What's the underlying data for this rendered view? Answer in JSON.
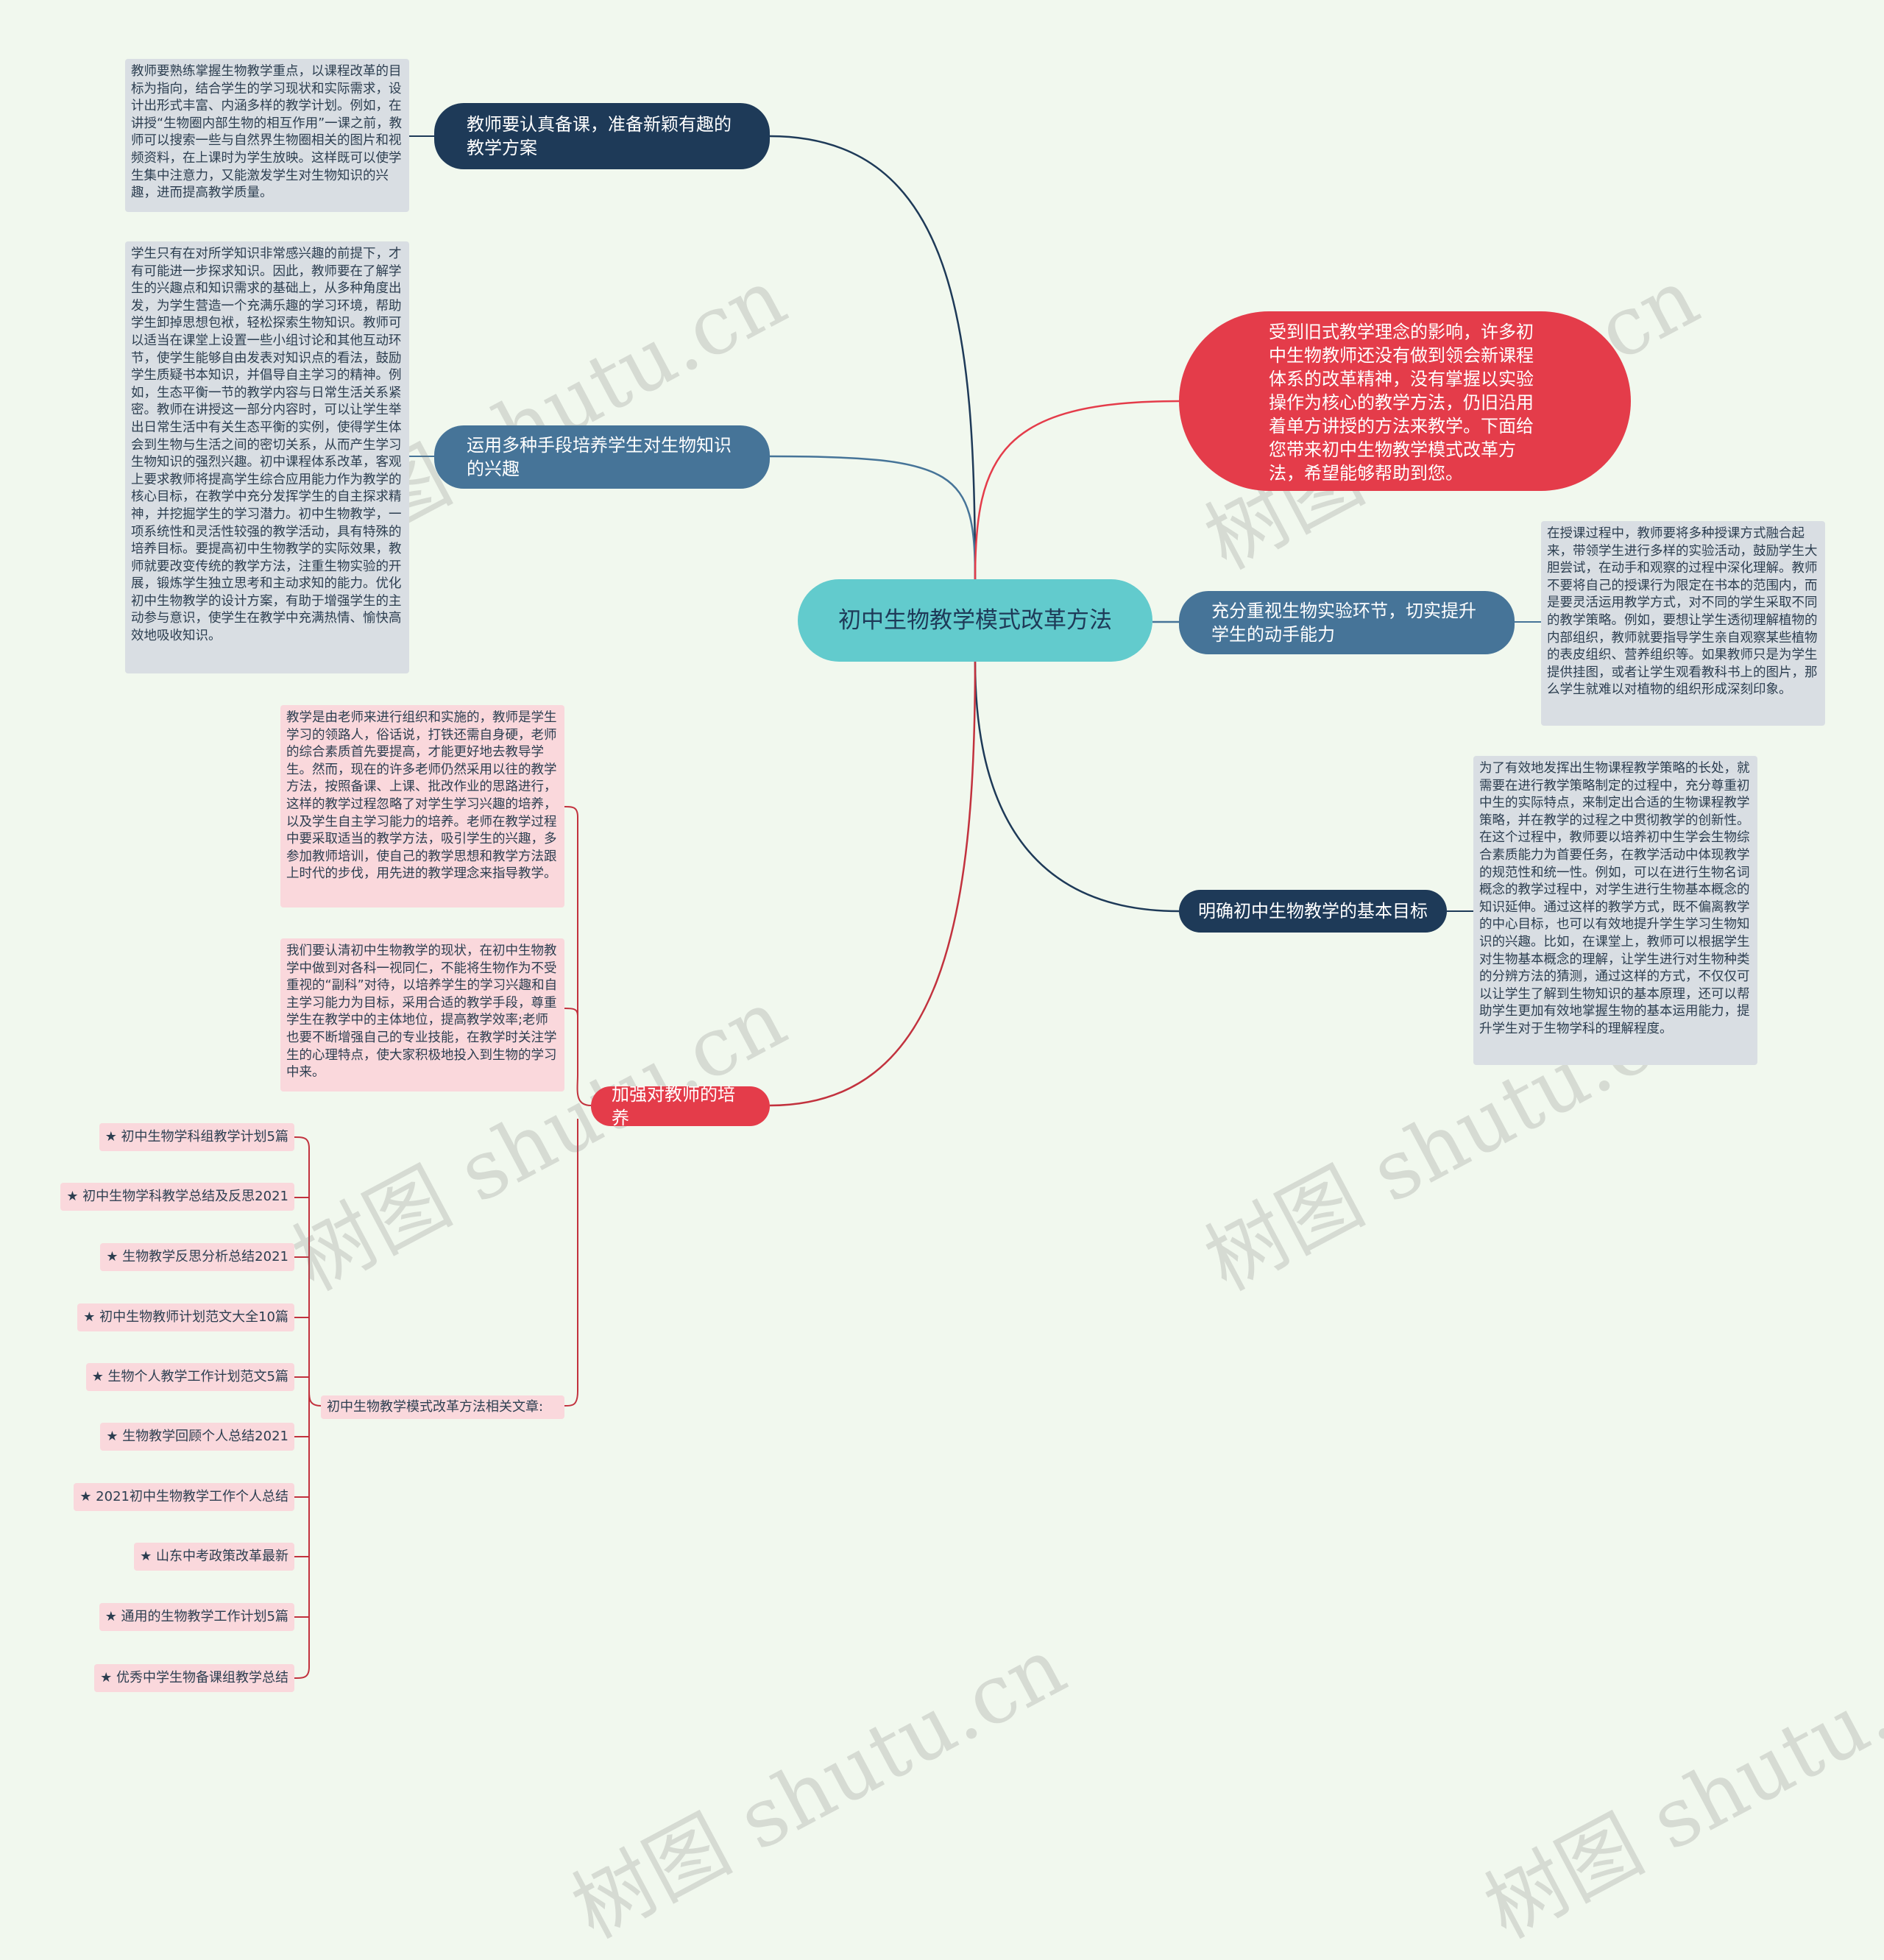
{
  "center": {
    "title": "初中生物教学模式改革方法"
  },
  "intro": "受到旧式教学理念的影响，许多初中生物教师还没有做到领会新课程体系的改革精神，没有掌握以实验操作为核心的教学方法，仍旧沿用着单方讲授的方法来教学。下面给您带来初中生物教学模式改革方法，希望能够帮助到您。",
  "branches": [
    {
      "label": "教师要认真备课，准备新颖有趣的教学方案",
      "detail": "教师要熟练掌握生物教学重点，以课程改革的目标为指向，结合学生的学习现状和实际需求，设计出形式丰富、内涵多样的教学计划。例如，在讲授“生物圈内部生物的相互作用”一课之前，教师可以搜索一些与自然界生物圈相关的图片和视频资料，在上课时为学生放映。这样既可以使学生集中注意力，又能激发学生对生物知识的兴趣，进而提高教学质量。"
    },
    {
      "label": "运用多种手段培养学生对生物知识的兴趣",
      "detail": "学生只有在对所学知识非常感兴趣的前提下，才有可能进一步探求知识。因此，教师要在了解学生的兴趣点和知识需求的基础上，从多种角度出发，为学生营造一个充满乐趣的学习环境，帮助学生卸掉思想包袱，轻松探索生物知识。教师可以适当在课堂上设置一些小组讨论和其他互动环节，使学生能够自由发表对知识点的看法，鼓励学生质疑书本知识，并倡导自主学习的精神。例如，生态平衡一节的教学内容与日常生活关系紧密。教师在讲授这一部分内容时，可以让学生举出日常生活中有关生态平衡的实例，使得学生体会到生物与生活之间的密切关系，从而产生学习生物知识的强烈兴趣。初中课程体系改革，客观上要求教师将提高学生综合应用能力作为教学的核心目标，在教学中充分发挥学生的自主探求精神，并挖掘学生的学习潜力。初中生物教学，一项系统性和灵活性较强的教学活动，具有特殊的培养目标。要提高初中生物教学的实际效果，教师就要改变传统的教学方法，注重生物实验的开展，锻炼学生独立思考和主动求知的能力。优化初中生物教学的设计方案，有助于增强学生的主动参与意识，使学生在教学中充满热情、愉快高效地吸收知识。"
    },
    {
      "label": "充分重视生物实验环节，切实提升学生的动手能力",
      "detail": "在授课过程中，教师要将多种授课方式融合起来，带领学生进行多样的实验活动，鼓励学生大胆尝试，在动手和观察的过程中深化理解。教师不要将自己的授课行为限定在书本的范围内，而是要灵活运用教学方式，对不同的学生采取不同的教学策略。例如，要想让学生透彻理解植物的内部组织，教师就要指导学生亲自观察某些植物的表皮组织、营养组织等。如果教师只是为学生提供挂图，或者让学生观看教科书上的图片，那么学生就难以对植物的组织形成深刻印象。"
    },
    {
      "label": "明确初中生物教学的基本目标",
      "detail": "为了有效地发挥出生物课程教学策略的长处，就需要在进行教学策略制定的过程中，充分尊重初中生的实际特点，来制定出合适的生物课程教学策略，并在教学的过程之中贯彻教学的创新性。在这个过程中，教师要以培养初中生学会生物综合素质能力为首要任务，在教学活动中体现教学的规范性和统一性。例如，可以在进行生物名词概念的教学过程中，对学生进行生物基本概念的知识延伸。通过这样的教学方式，既不偏离教学的中心目标，也可以有效地提升学生学习生物知识的兴趣。比如，在课堂上，教师可以根据学生对生物基本概念的理解，让学生进行对生物种类的分辨方法的猜测，通过这样的方式，不仅仅可以让学生了解到生物知识的基本原理，还可以帮助学生更加有效地掌握生物的基本运用能力，提升学生对于生物学科的理解程度。"
    },
    {
      "label": "加强对教师的培养",
      "details": [
        "教学是由老师来进行组织和实施的，教师是学生学习的领路人，俗话说，打铁还需自身硬，老师的综合素质首先要提高，才能更好地去教导学生。然而，现在的许多老师仍然采用以往的教学方法，按照备课、上课、批改作业的思路进行，这样的教学过程忽略了对学生学习兴趣的培养，以及学生自主学习能力的培养。老师在教学过程中要采取适当的教学方法，吸引学生的兴趣，多参加教师培训，使自己的教学思想和教学方法跟上时代的步伐，用先进的教学理念来指导教学。",
        "我们要认清初中生物教学的现状，在初中生物教学中做到对各科一视同仁，不能将生物作为不受重视的“副科”对待，以培养学生的学习兴趣和自主学习能力为目标，采用合适的教学手段，尊重学生在教学中的主体地位，提高教学效率;老师也要不断增强自己的专业技能，在教学时关注学生的心理特点，使大家积极地投入到生物的学习中来。"
      ],
      "related_label": "初中生物教学模式改革方法相关文章:",
      "articles": [
        "★ 初中生物学科组教学计划5篇",
        "★ 初中生物学科教学总结及反思2021",
        "★ 生物教学反思分析总结2021",
        "★ 初中生物教师计划范文大全10篇",
        "★ 生物个人教学工作计划范文5篇",
        "★ 生物教学回顾个人总结2021",
        "★ 2021初中生物教学工作个人总结",
        "★ 山东中考政策改革最新",
        "★ 通用的生物教学工作计划5篇",
        "★ 优秀中学生物备课组教学总结"
      ]
    }
  ],
  "watermark": "树图 shutu.cn",
  "colors": {
    "background": "#f1f8ee",
    "center": "#62cbcd",
    "dark_navy": "#1e3a58",
    "steel_blue": "#467498",
    "red": "#e43c4a",
    "gray_note": "#d9dee3",
    "pink_note": "#fad8dc",
    "red_line": "#c2323e"
  }
}
